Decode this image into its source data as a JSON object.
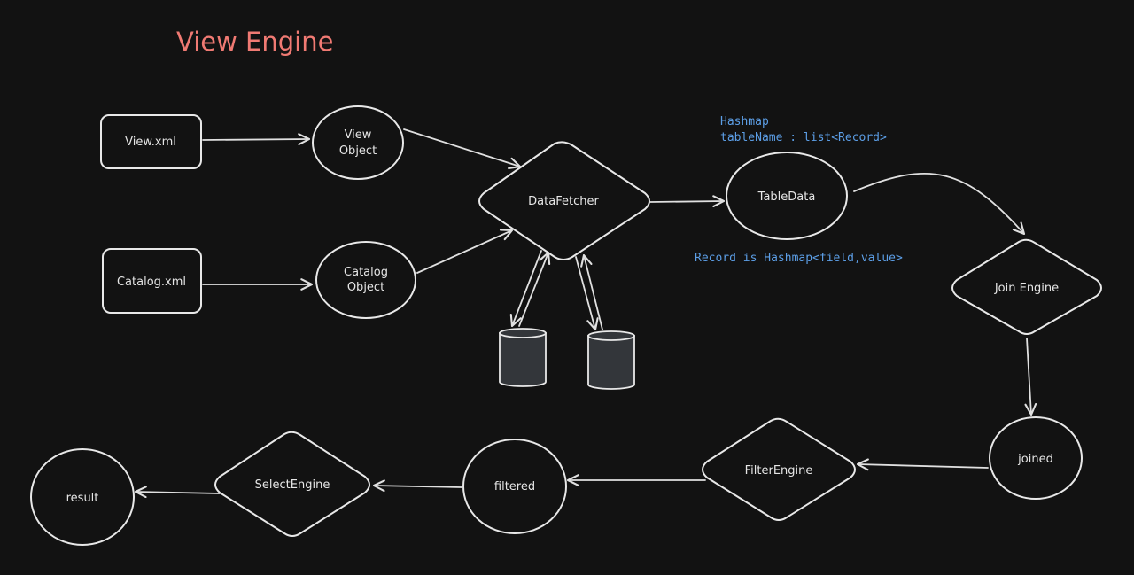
{
  "title": "View Engine",
  "nodes": {
    "view_xml": "View.xml",
    "view_object_l1": "View",
    "view_object_l2": "Object",
    "catalog_xml": "Catalog.xml",
    "catalog_object_l1": "Catalog",
    "catalog_object_l2": "Object",
    "data_fetcher": "DataFetcher",
    "table_data": "TableData",
    "join_engine": "Join Engine",
    "joined": "joined",
    "filter_engine": "FilterEngine",
    "filtered": "filtered",
    "select_engine": "SelectEngine",
    "result": "result"
  },
  "notes": {
    "hashmap_l1": "Hashmap",
    "hashmap_l2": "tableName : list<Record>",
    "record": "Record is Hashmap<field,value>"
  },
  "colors": {
    "background": "#121212",
    "stroke": "#e8e8e8",
    "title": "#f07a73",
    "note": "#5c9ee6",
    "database_fill": "#33363a"
  }
}
